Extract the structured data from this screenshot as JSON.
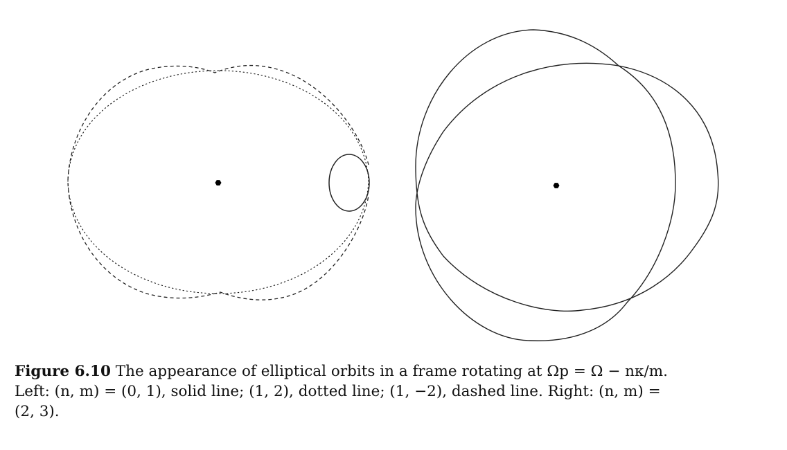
{
  "figure": {
    "caption": {
      "label": "Figure 6.10",
      "line1": " The appearance of elliptical orbits in a frame rotating at Ωp = Ω − nκ/m.",
      "line2": "Left: (n, m) = (0, 1), solid line; (1, 2), dotted line; (1, −2), dashed line. Right: (n, m) =",
      "line3": "(2, 3)."
    }
  }
}
